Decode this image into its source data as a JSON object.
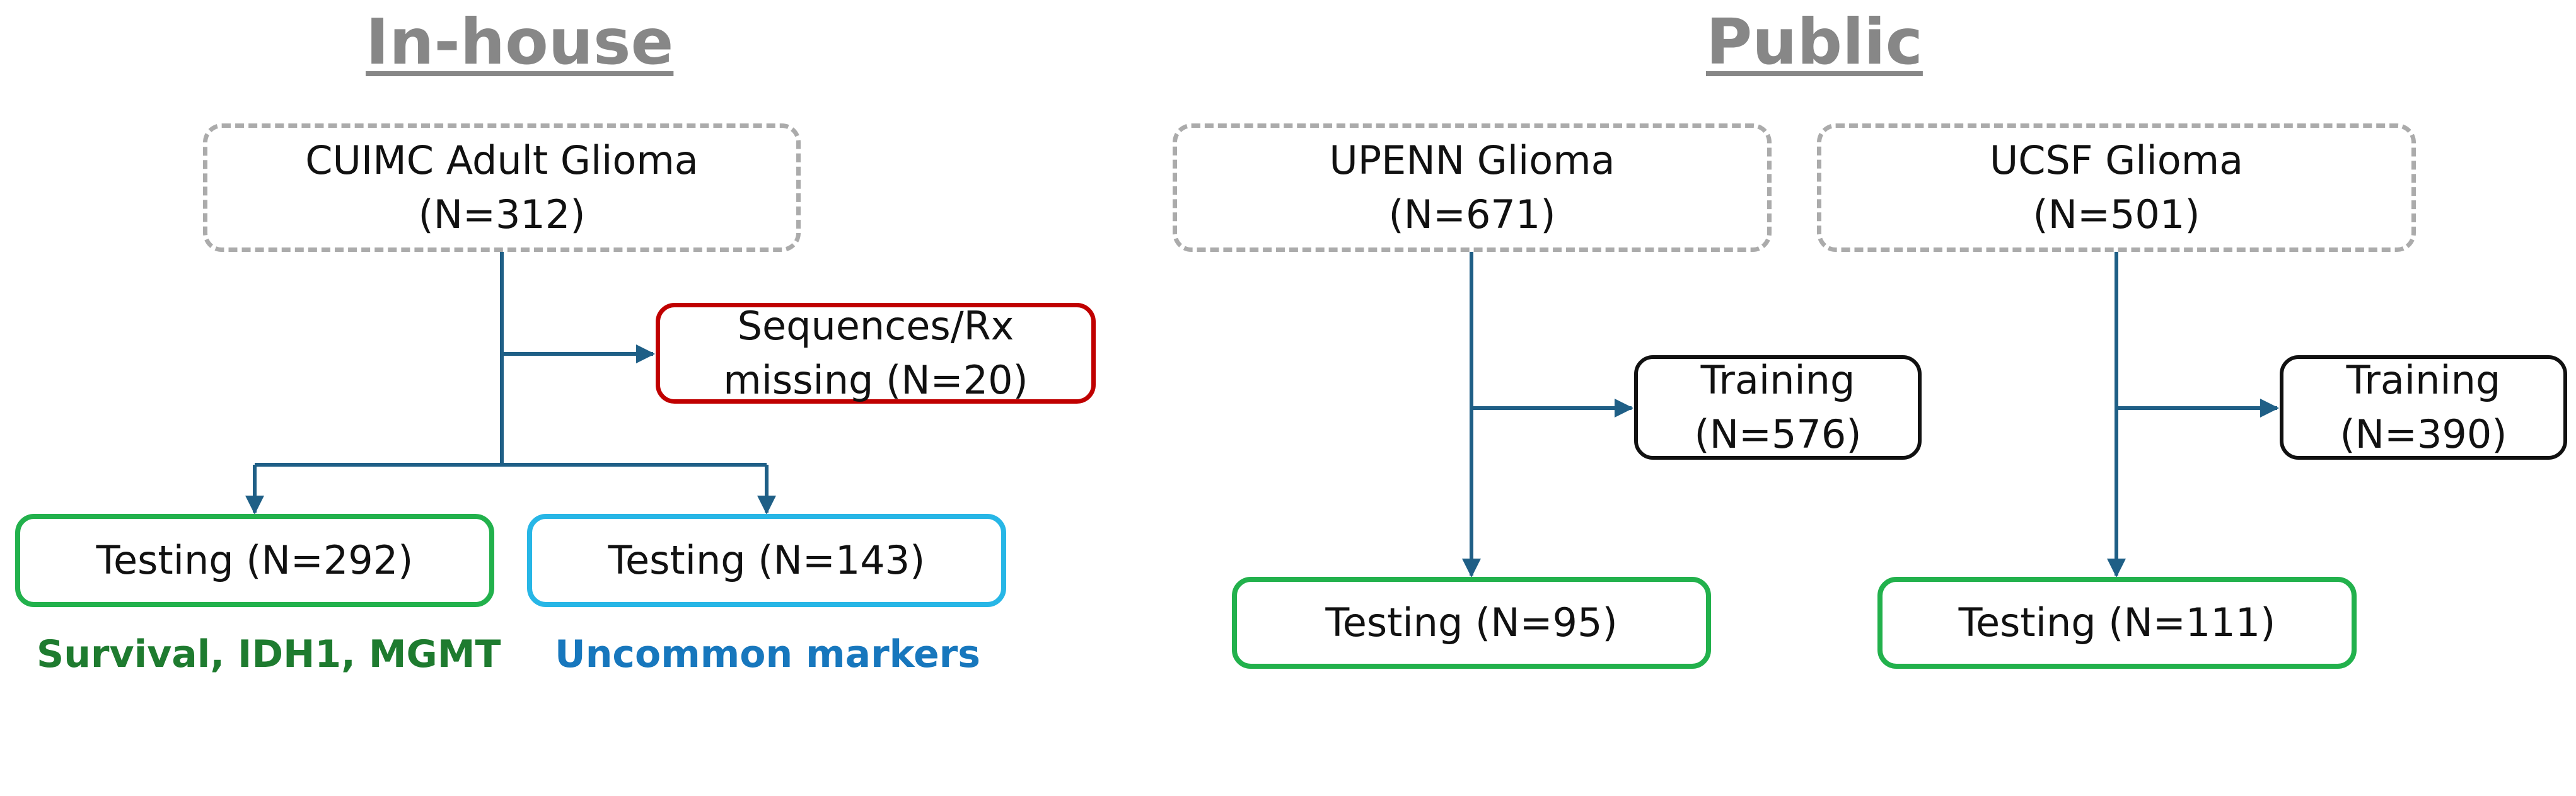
{
  "headings": {
    "inhouse": "In-house",
    "public": "Public"
  },
  "nodes": {
    "cuimc": {
      "line1": "CUIMC Adult Glioma",
      "line2": "(N=312)"
    },
    "missing": {
      "line1": "Sequences/Rx",
      "line2": "missing (N=20)"
    },
    "cuimc_test1": {
      "label": "Testing (N=292)"
    },
    "cuimc_test2": {
      "label": "Testing (N=143)"
    },
    "upenn": {
      "line1": "UPENN Glioma",
      "line2": "(N=671)"
    },
    "upenn_train": {
      "line1": "Training",
      "line2": "(N=576)"
    },
    "upenn_test": {
      "label": "Testing (N=95)"
    },
    "ucsf": {
      "line1": "UCSF Glioma",
      "line2": "(N=501)"
    },
    "ucsf_train": {
      "line1": "Training",
      "line2": "(N=390)"
    },
    "ucsf_test": {
      "label": "Testing (N=111)"
    }
  },
  "captions": {
    "test1": "Survival, IDH1, MGMT",
    "test2": "Uncommon markers"
  },
  "colors": {
    "heading": "#878787",
    "connector": "#1f5f86",
    "dashed_border": "#ababab",
    "missing_border": "#c00000",
    "testing_green": "#22b14c",
    "testing_cyan": "#27b6e6",
    "caption_green": "#1e7b2f",
    "caption_blue": "#1777bd"
  }
}
